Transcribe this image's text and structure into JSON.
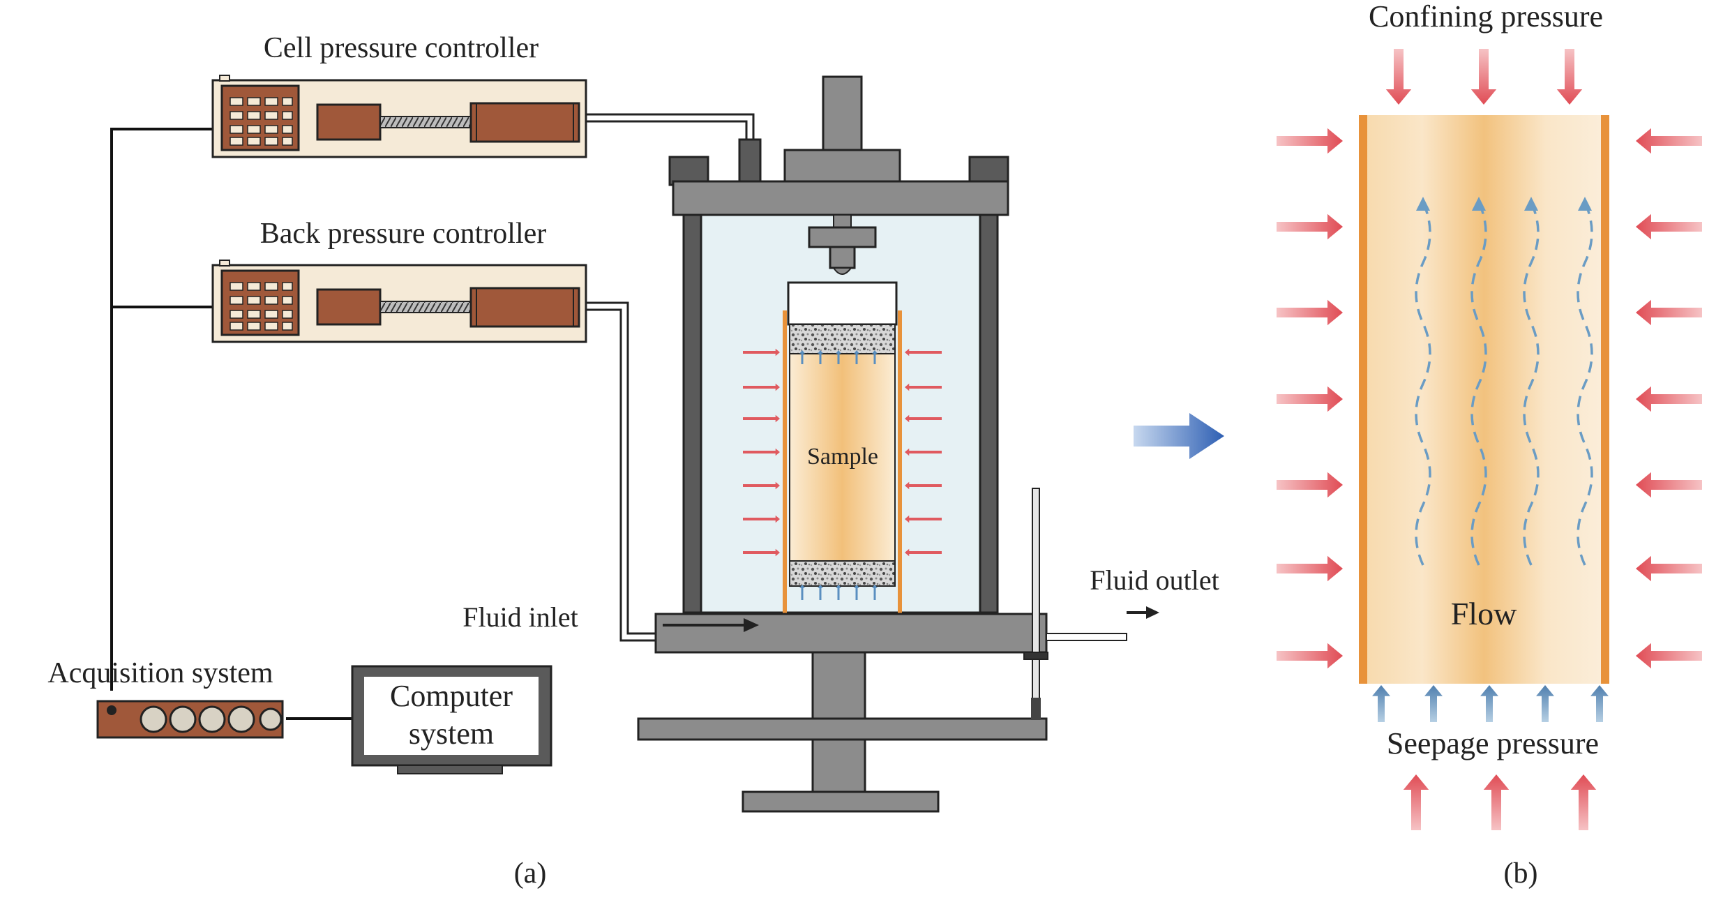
{
  "panel_a": {
    "cell_controller_label": "Cell pressure controller",
    "back_controller_label": "Back pressure controller",
    "sample_label": "Sample",
    "fluid_inlet_label": "Fluid inlet",
    "fluid_outlet_label": "Fluid outlet",
    "acquisition_label": "Acquisition system",
    "computer_label_line1": "Computer",
    "computer_label_line2": "system",
    "caption": "(a)"
  },
  "panel_b": {
    "confining_label": "Confining pressure",
    "flow_label": "Flow",
    "seepage_label": "Seepage pressure",
    "caption": "(b)"
  },
  "colors": {
    "red_arrow": "#e05a5f",
    "blue_arrow": "#5a8fc0",
    "sample_fill": "#f3c57e",
    "membrane": "#e8923a",
    "controller_body": "#f5ead7",
    "controller_brown": "#a0583a",
    "frame_gray": "#8c8c8c",
    "cell_water": "#e6f1f4"
  }
}
